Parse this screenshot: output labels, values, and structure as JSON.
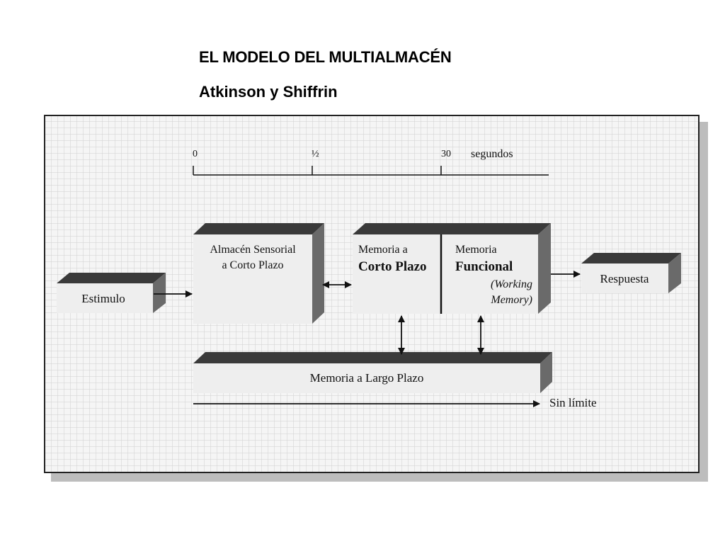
{
  "header": {
    "title": "EL MODELO DEL MULTIALMACÉN",
    "subtitle": "Atkinson y Shiffrin"
  },
  "timeline": {
    "ticks": [
      "0",
      "½",
      "30"
    ],
    "unit": "segundos"
  },
  "boxes": {
    "estimulo": "Estimulo",
    "sensorial_line1": "Almacén Sensorial",
    "sensorial_line2": "a Corto Plazo",
    "corto_line1": "Memoria  a",
    "corto_line2": "Corto Plazo",
    "funcional_line1": "Memoria",
    "funcional_line2": "Funcional",
    "funcional_line3": "(Working",
    "funcional_line4": "Memory)",
    "respuesta": "Respuesta",
    "largo_plazo": "Memoria a Largo Plazo"
  },
  "sin_limite": "Sin límite",
  "colors": {
    "grid_bg": "#f4f4f4",
    "grid_line": "#d2d2d2",
    "box_front": "#eeeeee",
    "box_top": "#3a3a3a",
    "box_side": "#6a6a6a",
    "frame_shadow": "#bdbdbd"
  }
}
